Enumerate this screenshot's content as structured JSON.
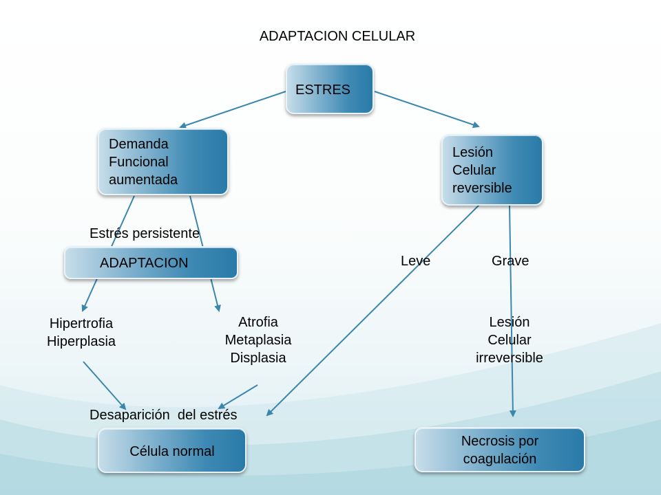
{
  "title": "ADAPTACION CELULAR",
  "nodes": {
    "estres": "ESTRES",
    "demanda": "Demanda\nFuncional\naumentada",
    "lesion_reversible": "Lesión\nCelular\nreversible",
    "adaptacion": "ADAPTACION",
    "celula_normal": "Célula normal",
    "necrosis": "Necrosis por\ncoagulación"
  },
  "labels": {
    "estres_persistente": "Estrés persistente",
    "leve": "Leve",
    "grave": "Grave",
    "hipertrofia": "Hipertrofia\nHiperplasia",
    "atrofia": "Atrofia\nMetaplasia\nDisplasia",
    "lesion_irreversible": "Lesión\nCelular\nirreversible",
    "desaparicion": "Desaparición  del estrés"
  },
  "colors": {
    "box_light": "#c6dde9",
    "box_dark": "#2a7aa8",
    "arrow": "#3a86ad"
  }
}
